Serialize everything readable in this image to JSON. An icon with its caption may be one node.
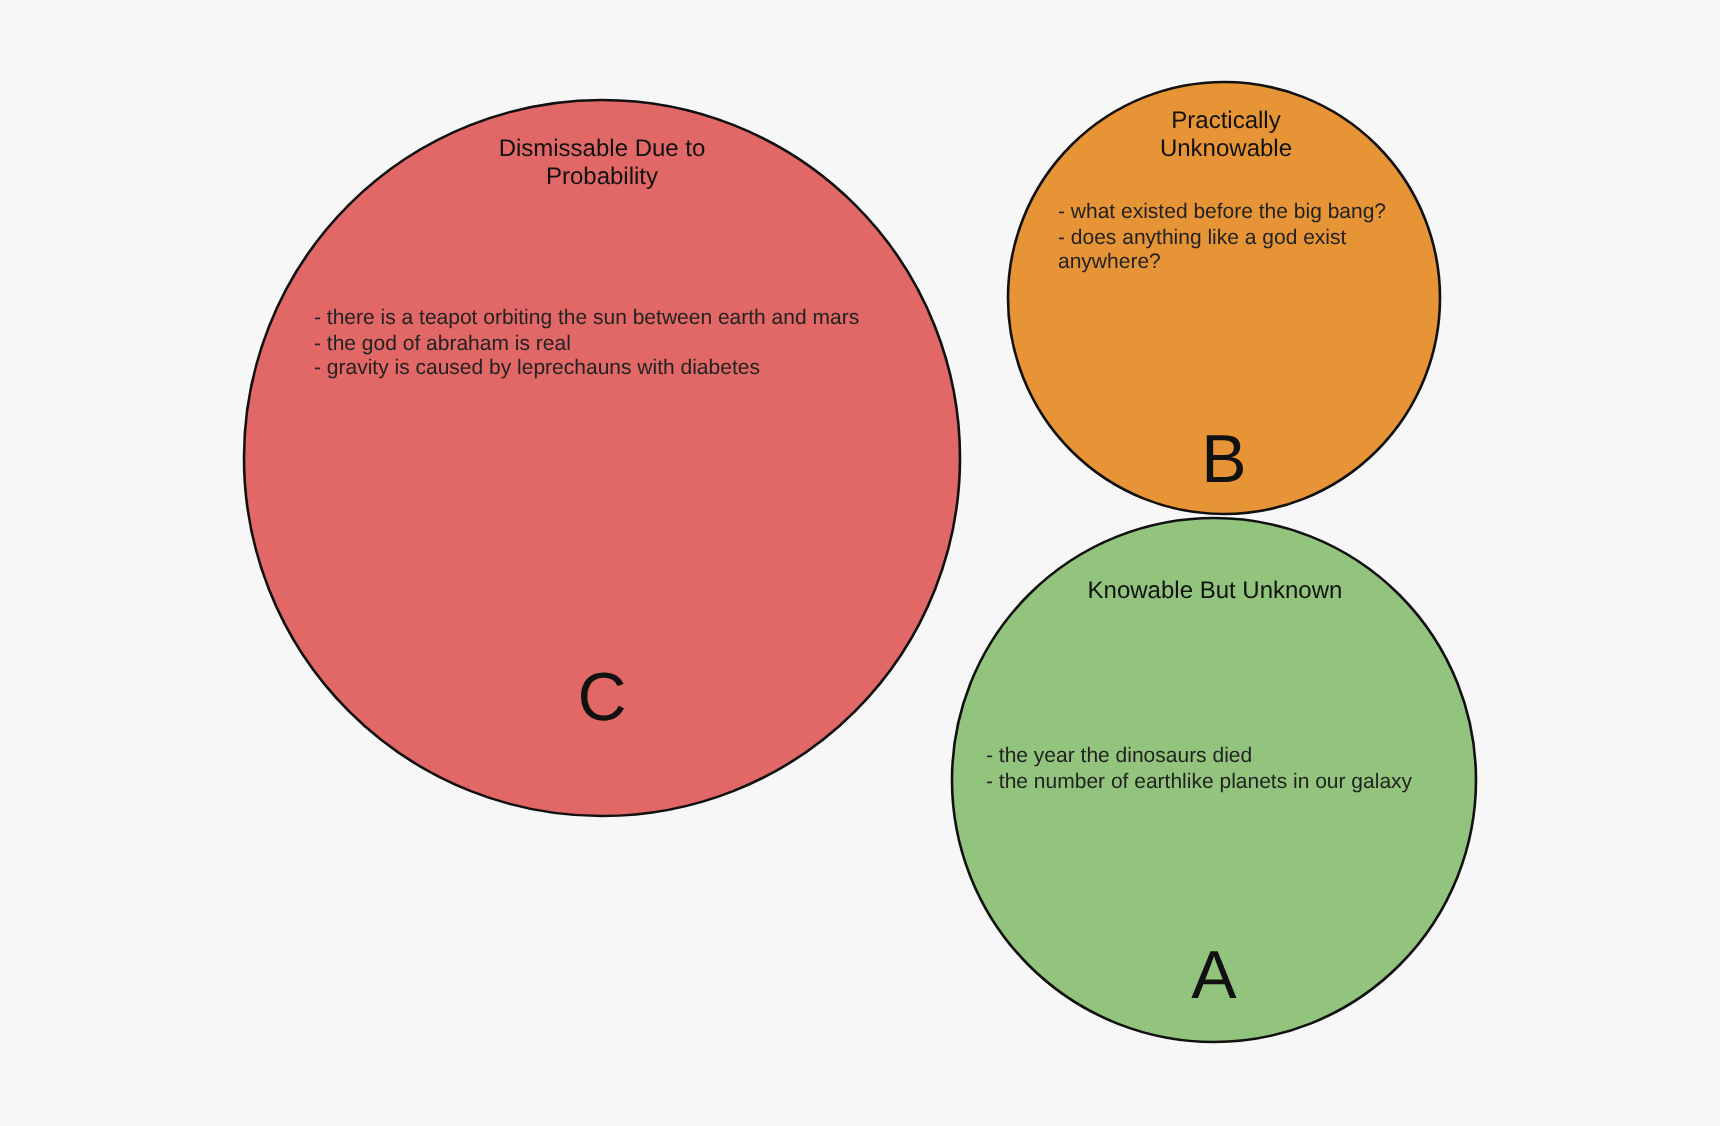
{
  "diagram": {
    "nodes": [
      {
        "text": [
          "Dismissable Due to Probability",
          "- there is a teapot orbiting the sun between earth and mars",
          "- the god of abraham is real",
          "- gravity is caused by leprechauns with diabetes",
          "C"
        ]
      },
      {
        "text": [
          "Practically Unknowable",
          "- what existed before the big bang?",
          "- does anything like a god exist anywhere?",
          "B"
        ]
      },
      {
        "text": [
          "Knowable But Unknown",
          "- the year the dinosaurs died",
          "- the number of earthlike planets in our galaxy",
          "A"
        ]
      }
    ]
  }
}
